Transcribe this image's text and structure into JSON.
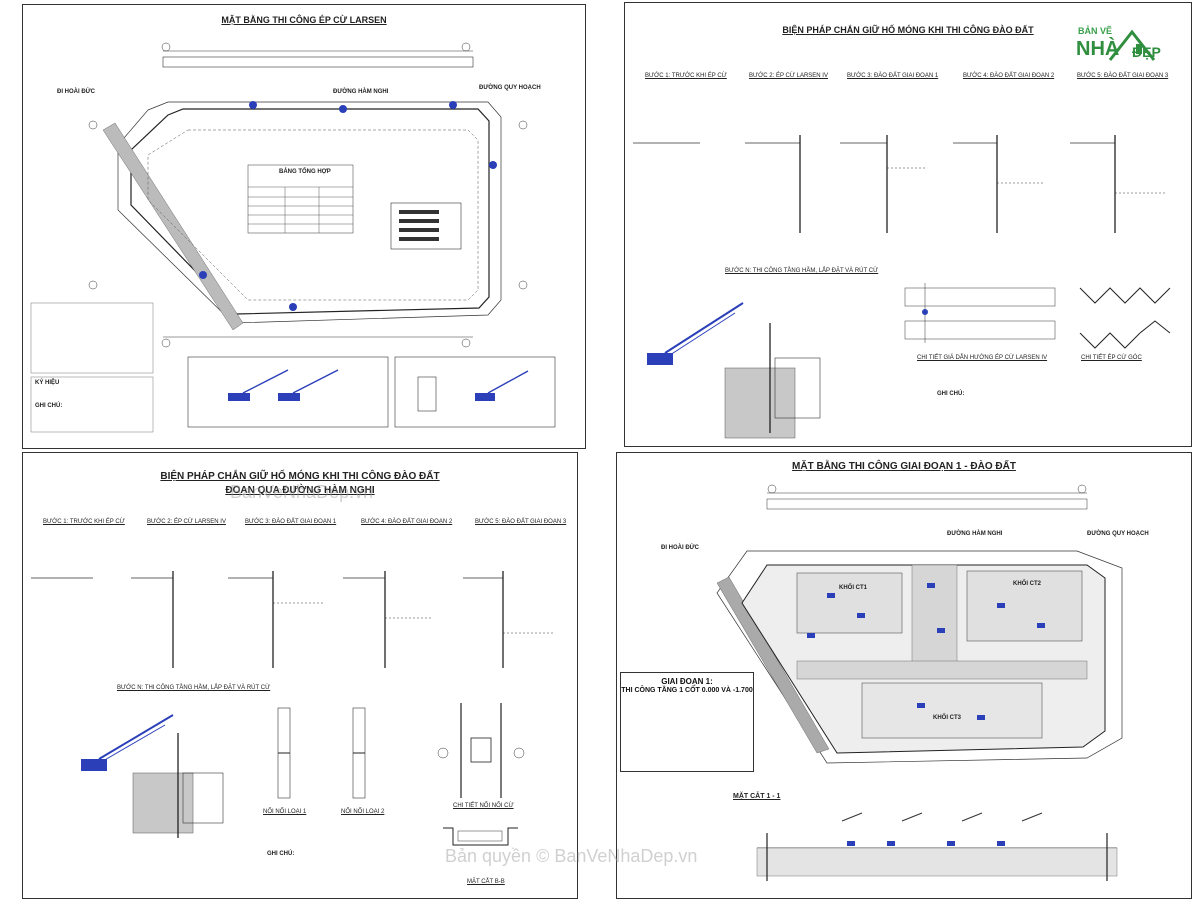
{
  "sheets": {
    "s1": {
      "title": "MẶT BẰNG THI CÔNG ÉP CỪ LARSEN",
      "streets": [
        "ĐI HOÀI ĐỨC",
        "ĐƯỜNG HÀM NGHI",
        "ĐƯỜNG QUY HOẠCH"
      ],
      "table_title": "BẢNG TỔNG HỢP",
      "legend_title": "KÝ HIỆU",
      "notes_title": "GHI CHÚ:"
    },
    "s2": {
      "title": "BIỆN PHÁP CHẮN GIỮ HỐ MÓNG KHI THI CÔNG ĐÀO ĐẤT",
      "steps": [
        "BƯỚC 1: TRƯỚC KHI ÉP CỪ",
        "BƯỚC 2: ÉP CỪ LARSEN IV",
        "BƯỚC 3: ĐÀO ĐẤT GIAI ĐOẠN 1",
        "BƯỚC 4: ĐÀO ĐẤT GIAI ĐOẠN 2",
        "BƯỚC 5: ĐÀO ĐẤT GIAI ĐOẠN 3"
      ],
      "step_n": "BƯỚC N: THI CÔNG TẦNG HẦM, LẮP ĐẶT VÀ RÚT CỪ",
      "detail1": "CHI TIẾT GIÁ DẪN HƯỚNG ÉP CỪ LARSEN IV",
      "detail2": "CHI TIẾT ÉP CỪ GÓC",
      "notes_title": "GHI CHÚ:"
    },
    "s3": {
      "title": "BIỆN PHÁP CHẮN GIỮ HỐ MÓNG KHI THI CÔNG ĐÀO ĐẤT",
      "subtitle": "ĐOẠN QUA ĐƯỜNG HÀM NGHI",
      "steps": [
        "BƯỚC 1: TRƯỚC KHI ÉP CỪ",
        "BƯỚC 2: ÉP CỪ LARSEN IV",
        "BƯỚC 3: ĐÀO ĐẤT GIAI ĐOẠN 1",
        "BƯỚC 4: ĐÀO ĐẤT GIAI ĐOẠN 2",
        "BƯỚC 5: ĐÀO ĐẤT GIAI ĐOẠN 3"
      ],
      "step_n": "BƯỚC N: THI CÔNG TẦNG HẦM, LẮP ĐẶT VÀ RÚT CỪ",
      "joint1": "NỐI NỐI LOẠI 1",
      "joint2": "NỐI NỐI LOẠI 2",
      "detail": "CHI TIẾT NỐI NỐI CỪ",
      "section": "MẶT CẮT B-B",
      "notes_title": "GHI CHÚ:"
    },
    "s4": {
      "title": "MẶT BẰNG THI CÔNG GIAI ĐOẠN 1 - ĐÀO ĐẤT",
      "streets": [
        "ĐI HOÀI ĐỨC",
        "ĐƯỜNG HÀM NGHI",
        "ĐƯỜNG QUY HOẠCH"
      ],
      "zones": [
        "KHỐI CT1",
        "KHỐI CT2",
        "KHỐI CT3"
      ],
      "stage_title": "GIAI ĐOẠN 1:",
      "stage_sub": "THI CÔNG TẦNG 1 CỐT 0.000 VÀ -1.700",
      "section": "MẶT CẮT 1 - 1"
    }
  },
  "watermark": {
    "top": "BanVeNhaDep.vn",
    "bottom": "Bản quyền © BanVeNhaDep.vn"
  },
  "logo": {
    "line1": "BẢN VẼ",
    "line2": "NHÀ",
    "line3": "ĐẸP"
  },
  "colors": {
    "accent_blue": "#2a3fb8",
    "soil": "#9a9a9a",
    "logo_green": "#2f8f3f"
  }
}
